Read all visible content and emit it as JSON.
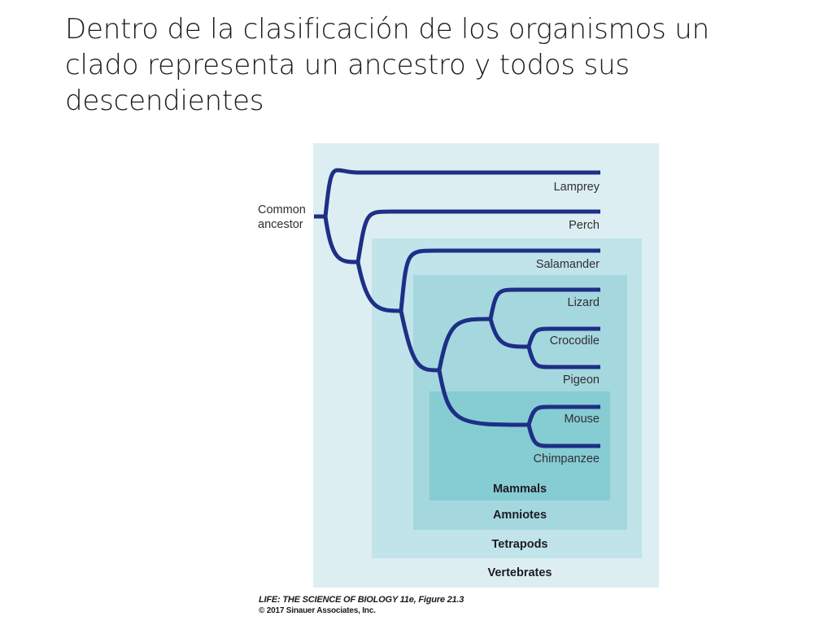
{
  "slide": {
    "title_lines": [
      "Dentro de la clasificación de los organismos un",
      "clado representa un ancestro y todos sus",
      "descendientes"
    ]
  },
  "figure": {
    "ancestor_label_lines": [
      "Common",
      "ancestor"
    ],
    "taxa": [
      "Lamprey",
      "Perch",
      "Salamander",
      "Lizard",
      "Crocodile",
      "Pigeon",
      "Mouse",
      "Chimpanzee"
    ],
    "clades": {
      "vertebrates": "Vertebrates",
      "tetrapods": "Tetrapods",
      "amniotes": "Amniotes",
      "mammals": "Mammals"
    },
    "colors": {
      "branch": "#1d2f86",
      "vertebrates": "#ddeef2",
      "tetrapods": "#c1e3ea",
      "amniotes": "#a5d7de",
      "mammals": "#86ccd3"
    },
    "credit": {
      "source": "LIFE: THE SCIENCE OF BIOLOGY 11e, Figure 21.3",
      "copyright": "© 2017 Sinauer Associates, Inc."
    }
  }
}
